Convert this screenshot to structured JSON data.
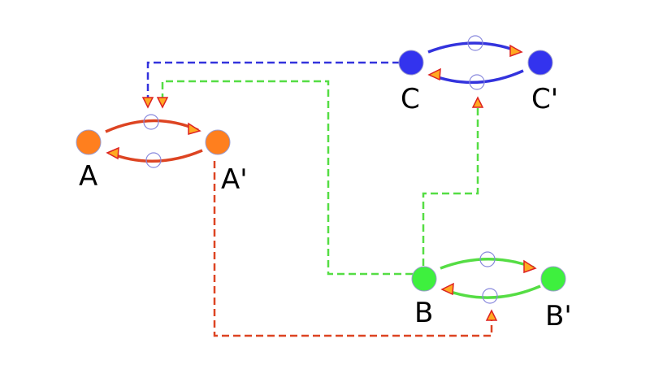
{
  "nodes": {
    "A": {
      "label": "A",
      "color": "#ff7f1e"
    },
    "A2": {
      "label": "A'",
      "color": "#ff7f1e"
    },
    "B": {
      "label": "B",
      "color": "#3ef03e"
    },
    "B2": {
      "label": "B'",
      "color": "#3ef03e"
    },
    "C": {
      "label": "C",
      "color": "#3333ee"
    },
    "C2": {
      "label": "C'",
      "color": "#3333ee"
    }
  },
  "colors": {
    "red": "#dd4422",
    "green": "#55dd44",
    "blue": "#3333dd",
    "circle_outline": "#8888dd",
    "arrowhead_fill": "#ffaa22",
    "arrowhead_stroke": "#dd2222"
  },
  "connectors": [
    {
      "from": "C",
      "to": "A",
      "style": "dashed",
      "color": "blue"
    },
    {
      "from": "B",
      "to": "A",
      "style": "dashed",
      "color": "green"
    },
    {
      "from": "B",
      "to": "C",
      "style": "dashed",
      "color": "green"
    },
    {
      "from": "A2",
      "to": "B",
      "style": "dashed",
      "color": "red"
    }
  ]
}
